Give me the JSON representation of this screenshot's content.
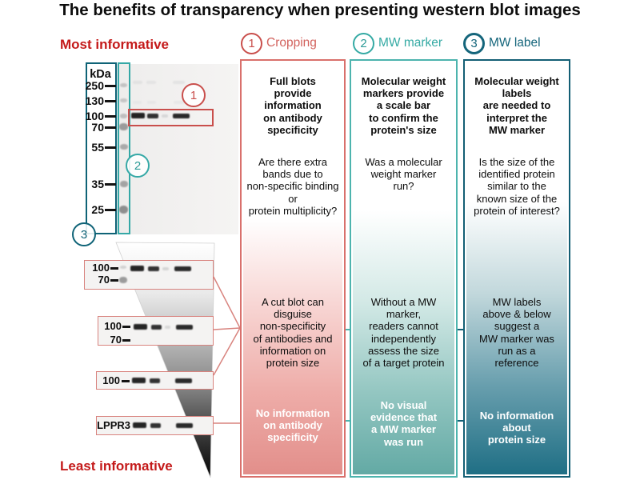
{
  "title": "The benefits of transparency when presenting western blot images",
  "colors": {
    "informative_red": "#c41a1a",
    "cropping_accent": "#c94f4c",
    "mw_marker_accent": "#35aaa4",
    "mw_label_accent": "#14657b"
  },
  "left_panel": {
    "most_informative": "Most informative",
    "least_informative": "Least informative",
    "full_blot": {
      "unit_label": "kDa",
      "mw_labels": [
        "250",
        "130",
        "100",
        "70",
        "55",
        "35",
        "25"
      ],
      "callouts": [
        {
          "number": "1"
        },
        {
          "number": "2"
        },
        {
          "number": "3"
        }
      ]
    },
    "crops": [
      {
        "rows": [
          {
            "text": "100"
          },
          {
            "text": "70"
          }
        ]
      },
      {
        "rows": [
          {
            "text": "100"
          },
          {
            "text": "70"
          }
        ]
      },
      {
        "rows": [
          {
            "text": "100"
          }
        ]
      },
      {
        "rows": [
          {
            "text": "LPPR3"
          }
        ]
      }
    ]
  },
  "columns": [
    {
      "number": "1",
      "label": "Cropping",
      "accent": "#c94f4c",
      "benefit": "Full blots\nprovide\ninformation\non antibody\nspecificity",
      "question": "Are there extra\nbands due to\nnon-specific binding\nor\nprotein multiplicity?",
      "consequence": "A cut blot can\ndisguise\nnon-specificity\nof antibodies and\ninformation on\nprotein size",
      "warning": "No information\non antibody\nspecificity"
    },
    {
      "number": "2",
      "label": "MW marker",
      "accent": "#35aaa4",
      "benefit": "Molecular weight\nmarkers provide\na scale bar\nto confirm the\nprotein's size",
      "question": "Was a molecular\nweight marker\nrun?",
      "consequence": "Without a MW\nmarker,\nreaders cannot\nindependently\nassess the size\nof a target protein",
      "warning": "No visual\nevidence that\na MW marker\nwas run"
    },
    {
      "number": "3",
      "label": "MW label",
      "accent": "#14657b",
      "benefit": "Molecular weight\nlabels\nare needed to\ninterpret the\nMW marker",
      "question": "Is the size of the\nidentified protein\nsimilar to the\nknown size of the\nprotein of interest?",
      "consequence": "MW labels\nabove & below\nsuggest a\nMW marker was\nrun as a\nreference",
      "warning": "No information\nabout\nprotein size"
    }
  ]
}
